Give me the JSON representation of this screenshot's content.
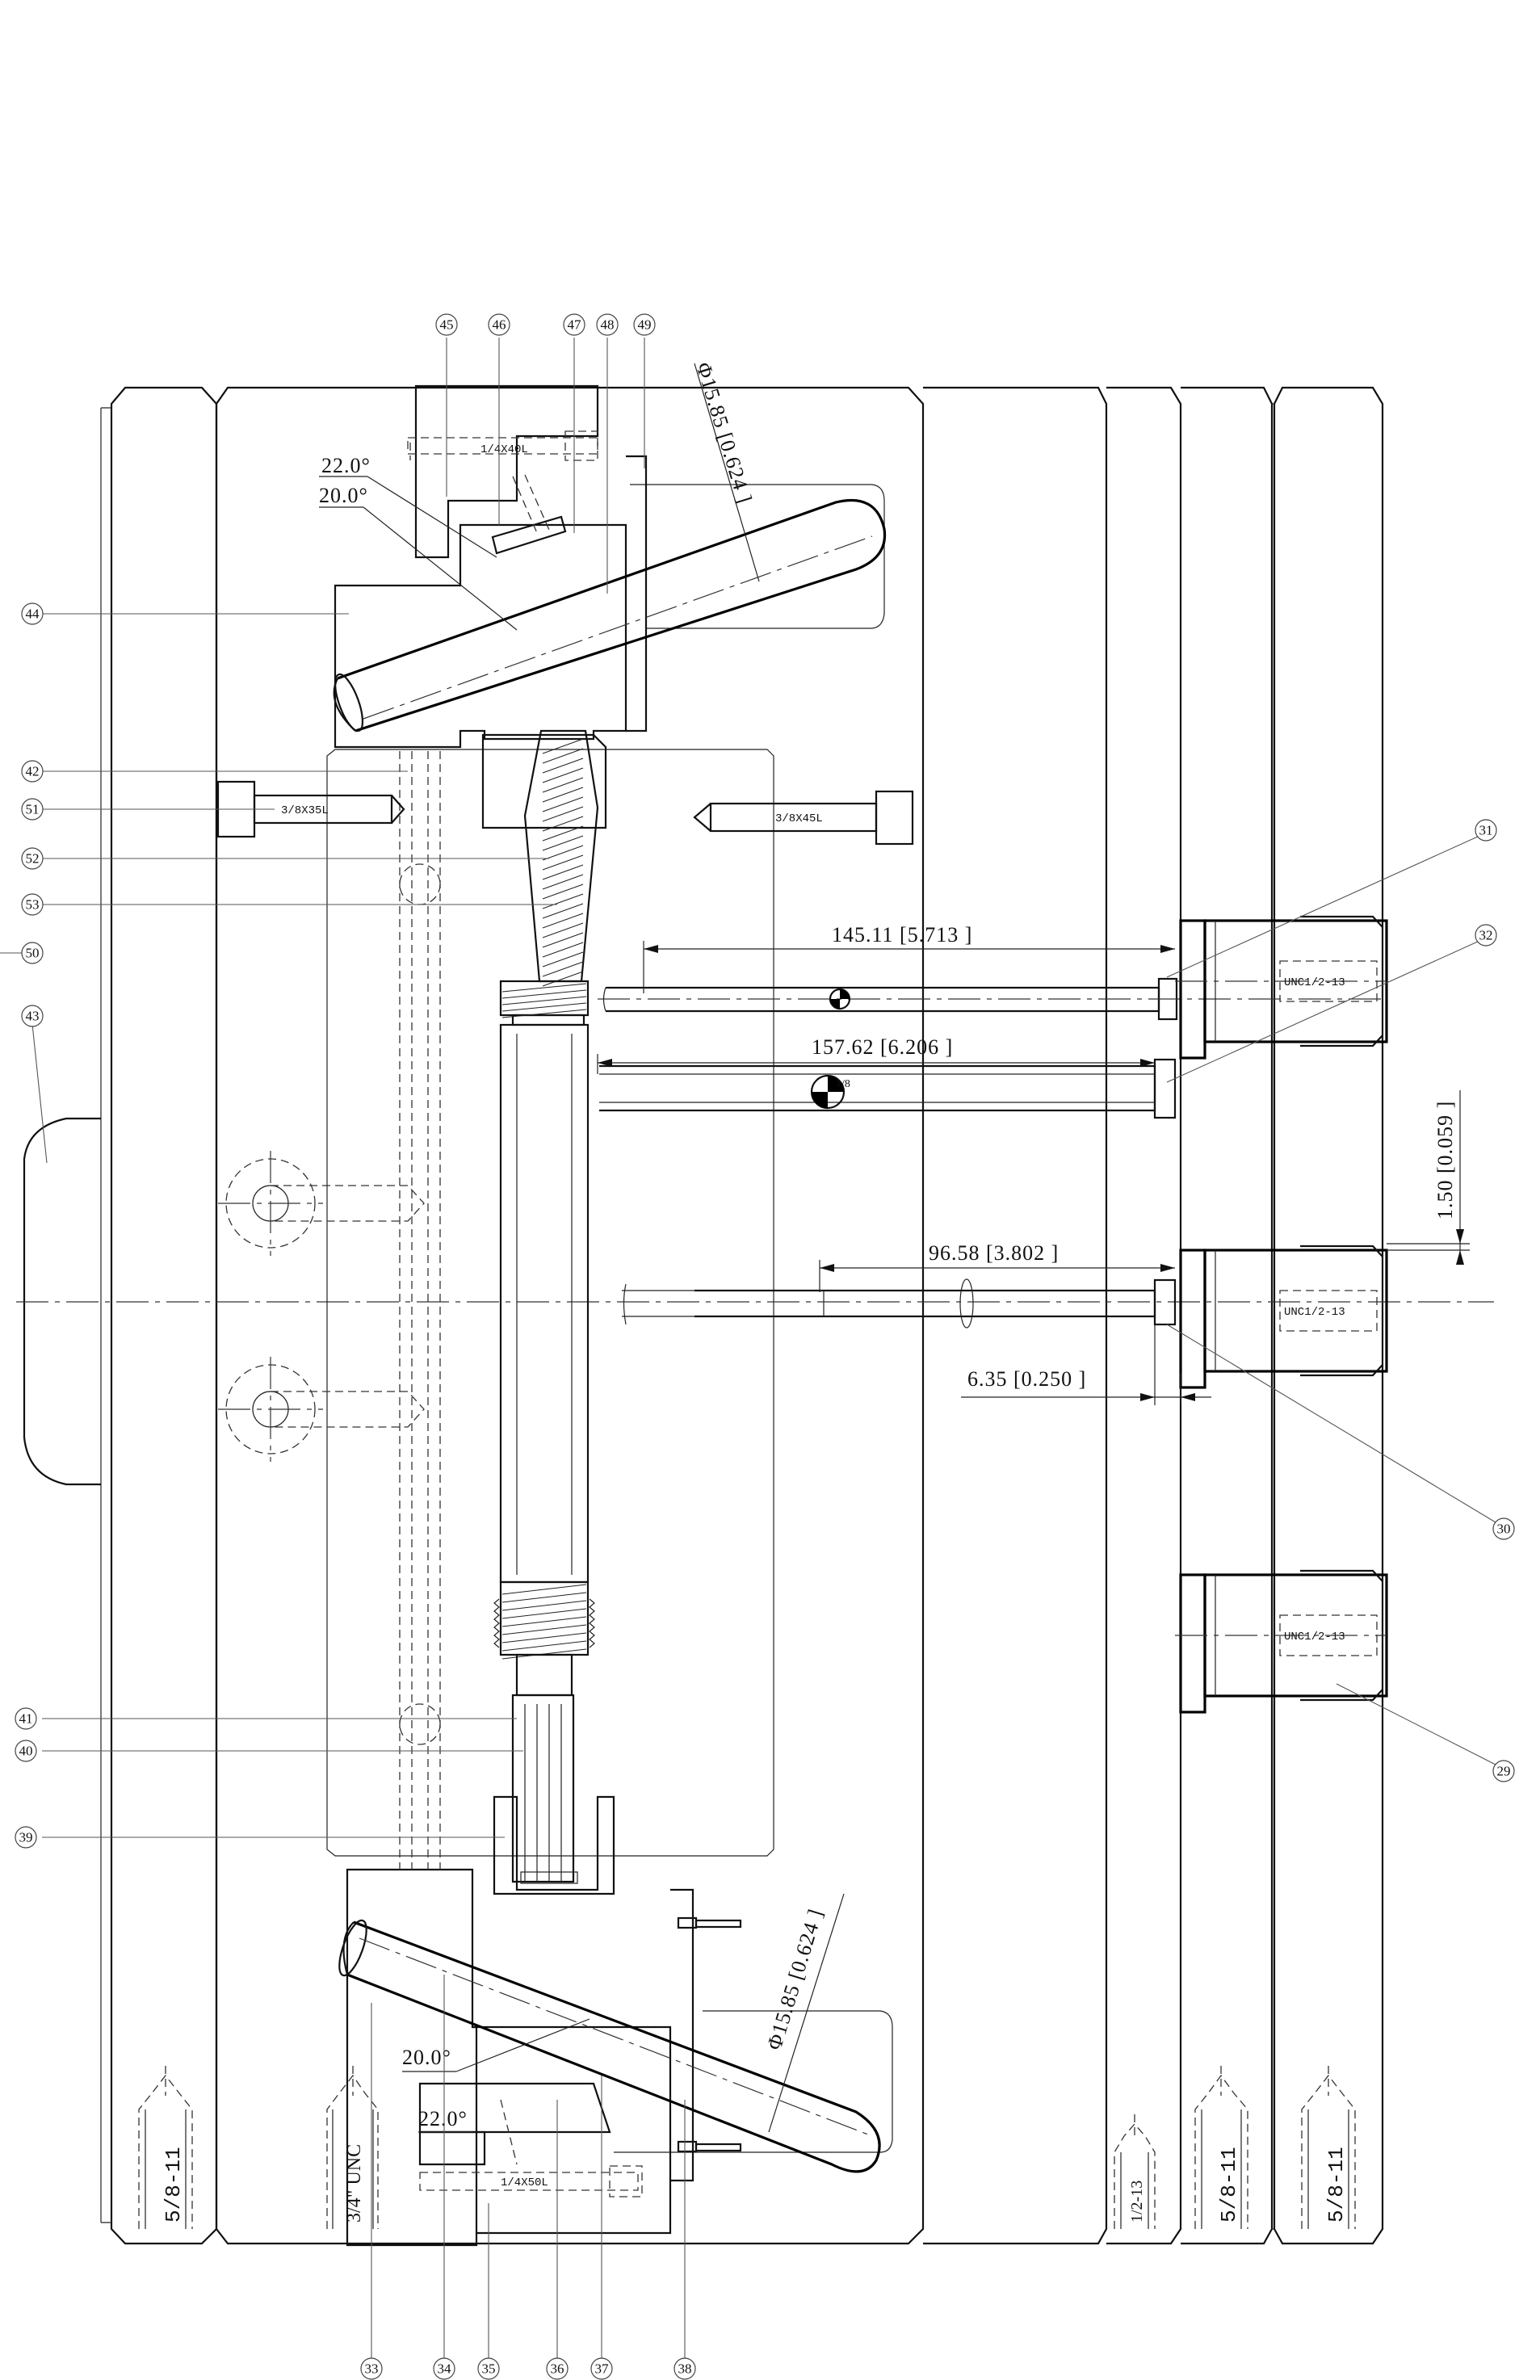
{
  "balloons": [
    "45",
    "46",
    "47",
    "48",
    "49",
    "44",
    "42",
    "51",
    "52",
    "53",
    "50",
    "43",
    "41",
    "40",
    "39",
    "31",
    "32",
    "30",
    "29",
    "33",
    "34",
    "35",
    "36",
    "37",
    "38"
  ],
  "angles": {
    "top_a": "22.0°",
    "top_b": "20.0°",
    "bottom_a": "20.0°",
    "bottom_b": "22.0°"
  },
  "dimensions": {
    "dia_top": "Φ15.85 [0.624 ]",
    "dia_bottom": "Φ15.85 [0.624 ]",
    "d1": "145.11 [5.713 ]",
    "d2": "157.62 [6.206 ]",
    "d3": "96.58 [3.802 ]",
    "d4": "6.35 [0.250 ]",
    "d5": "1.50 [0.059 ]"
  },
  "fasteners": {
    "top_bolt": "1/4X40L",
    "left_bolt": "3/8X35L",
    "mid_bolt": "3/8X45L",
    "bottom_bolt": "1/4X50L",
    "unc_1": "UNC1/2-13",
    "unc_2": "UNC1/2-13",
    "unc_3": "UNC1/2-13",
    "thread_1": "5/8-11",
    "thread_2": "3/4\" UNC",
    "thread_3": "1/2-13",
    "thread_4": "5/8-11",
    "thread_5": "5/8-11"
  },
  "marks": {
    "small": "1/8"
  }
}
